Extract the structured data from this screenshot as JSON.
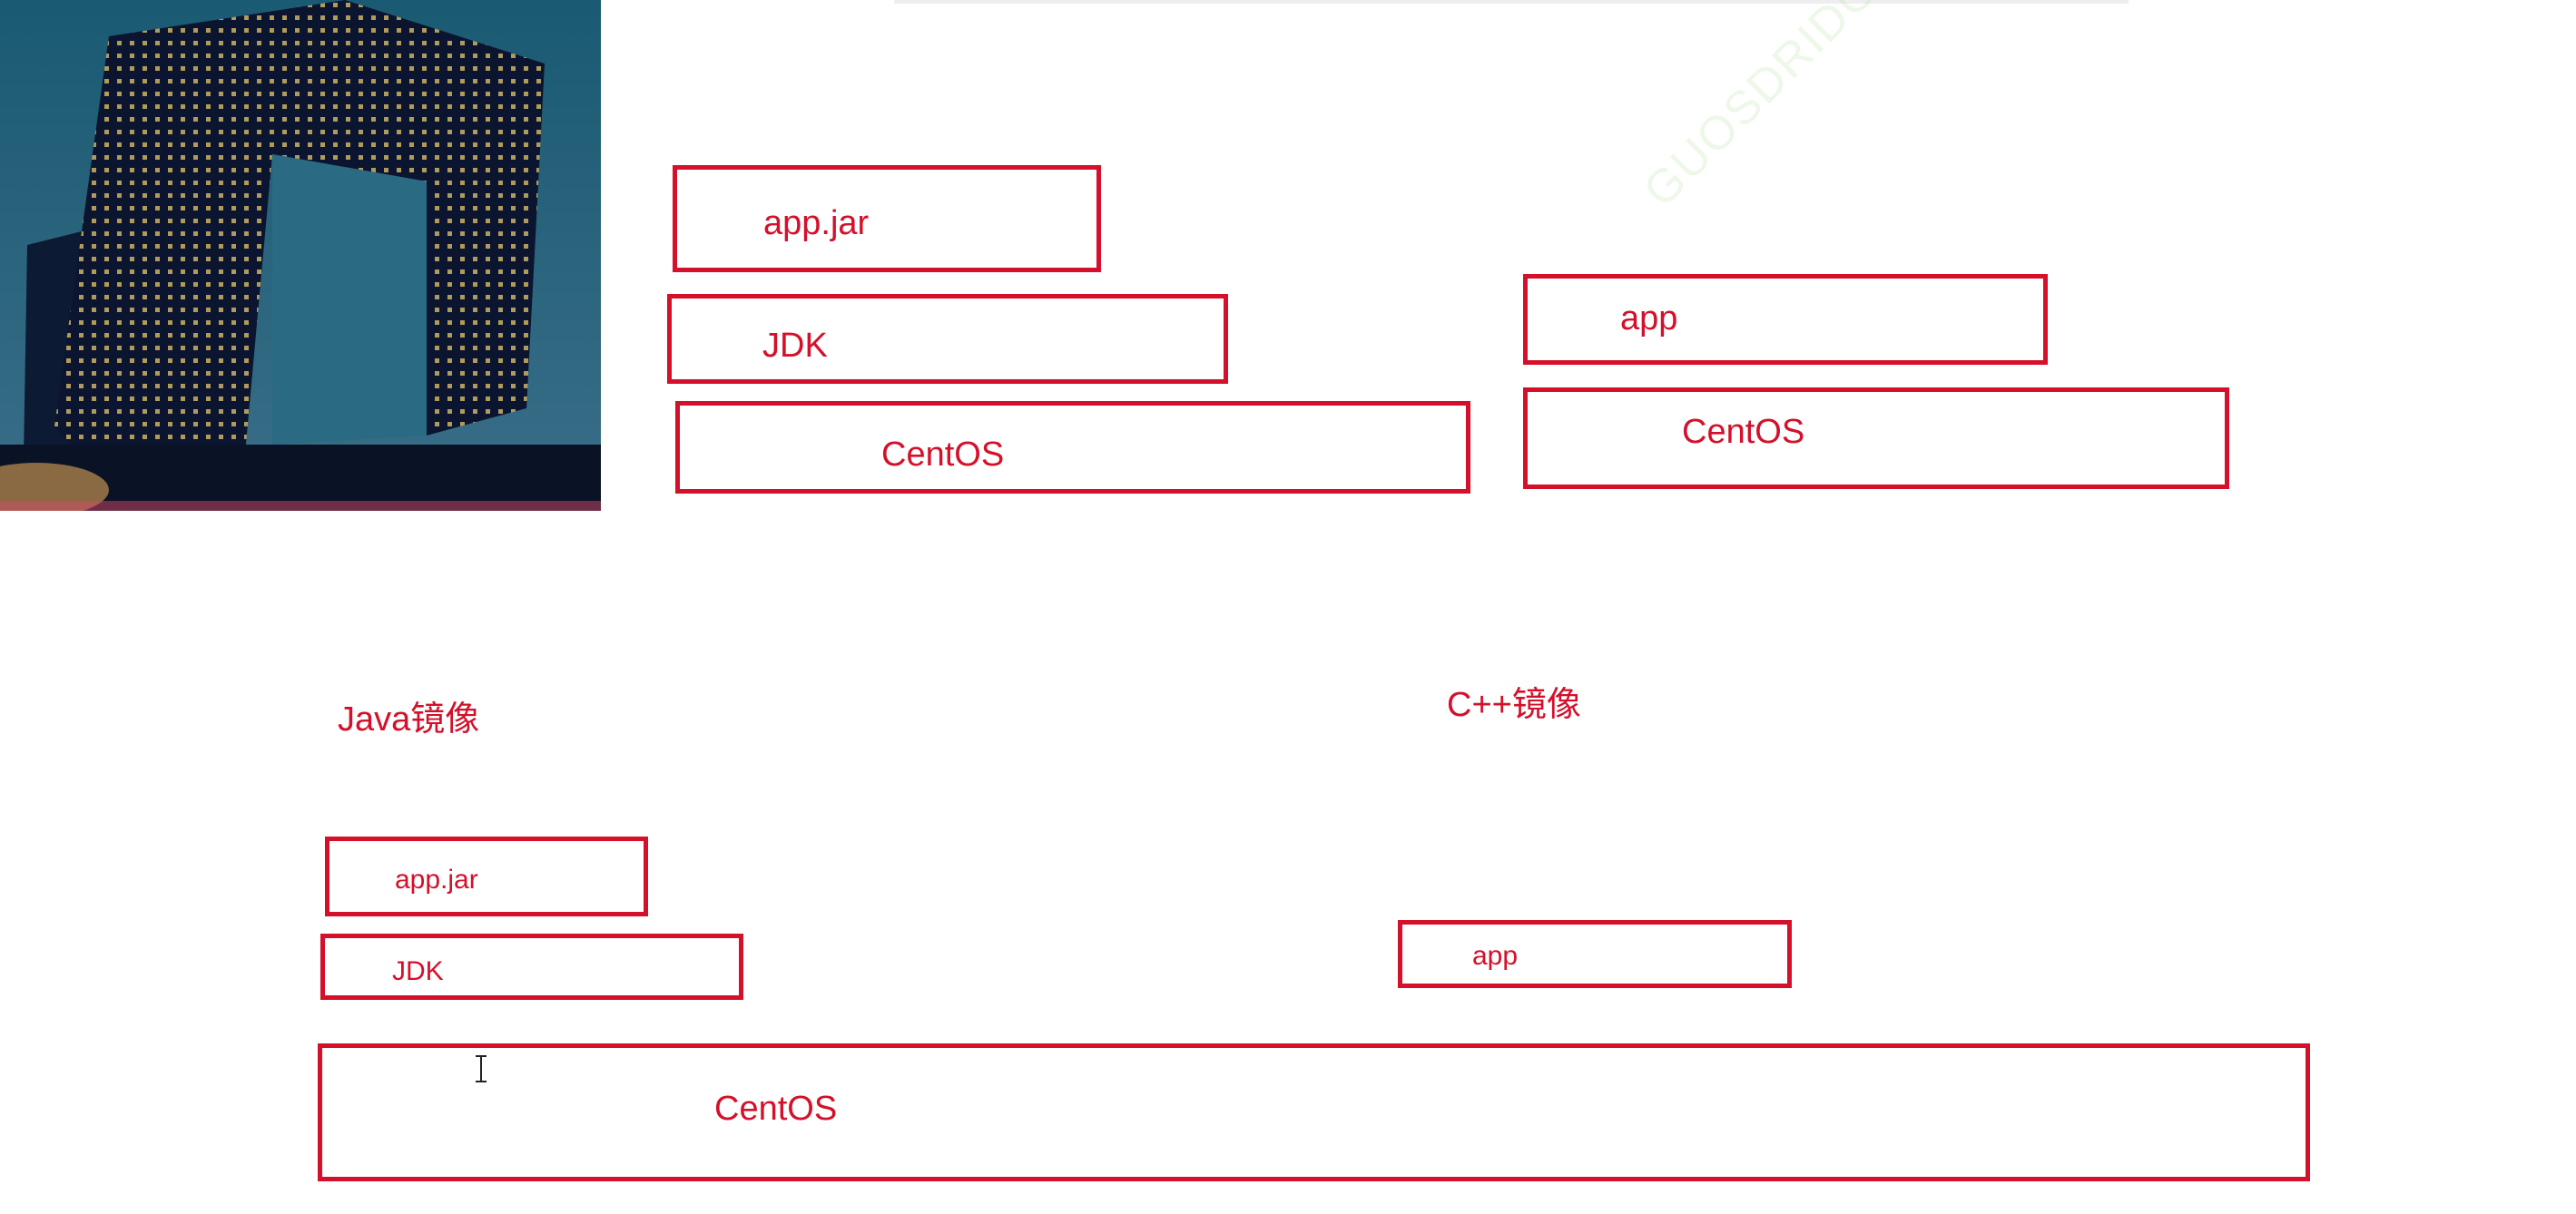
{
  "diagram": {
    "top_left": {
      "layers": [
        {
          "label": "app.jar"
        },
        {
          "label": "JDK"
        },
        {
          "label": "CentOS"
        }
      ]
    },
    "top_right": {
      "layers": [
        {
          "label": "app"
        },
        {
          "label": "CentOS"
        }
      ]
    },
    "bottom": {
      "java_title": "Java镜像",
      "cpp_title": "C++镜像",
      "java_layers": [
        {
          "label": "app.jar"
        },
        {
          "label": "JDK"
        }
      ],
      "cpp_layers": [
        {
          "label": "app"
        }
      ],
      "shared_base": {
        "label": "CentOS"
      }
    }
  },
  "colors": {
    "accent": "#d4102a",
    "background": "#ffffff"
  },
  "icons": {
    "photo": "building-photo",
    "cursor": "text-cursor-icon"
  }
}
